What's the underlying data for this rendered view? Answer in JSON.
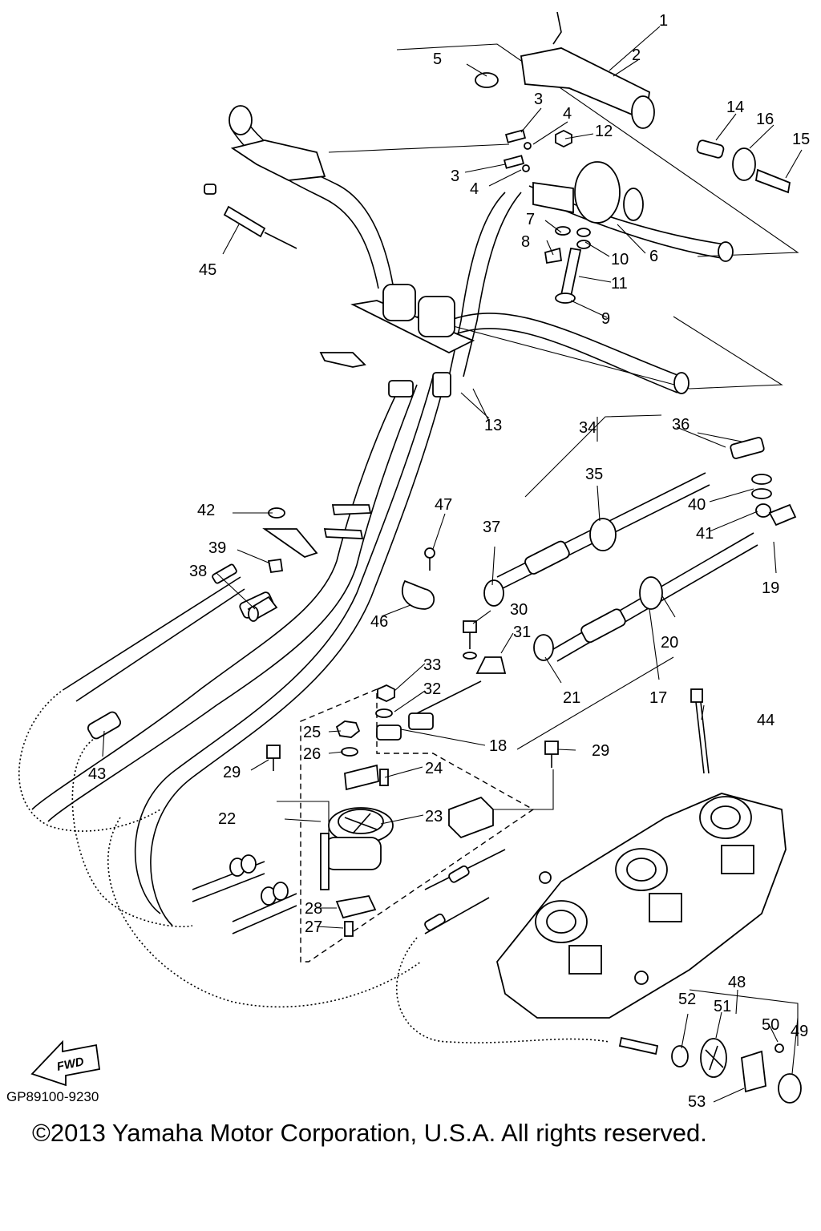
{
  "diagram": {
    "part_numbers": [
      "1",
      "2",
      "3",
      "4",
      "5",
      "6",
      "7",
      "8",
      "9",
      "10",
      "11",
      "12",
      "13",
      "14",
      "15",
      "16",
      "17",
      "18",
      "19",
      "20",
      "21",
      "22",
      "23",
      "24",
      "25",
      "26",
      "27",
      "28",
      "29",
      "30",
      "31",
      "32",
      "33",
      "34",
      "35",
      "36",
      "37",
      "38",
      "39",
      "40",
      "41",
      "42",
      "43",
      "44",
      "45",
      "46",
      "47",
      "48",
      "49",
      "50",
      "51",
      "52",
      "53"
    ],
    "drawing_code": "GP89100-9230",
    "copyright": "©2013 Yamaha Motor Corporation, U.S.A. All rights reserved.",
    "direction_marker": "FWD"
  }
}
